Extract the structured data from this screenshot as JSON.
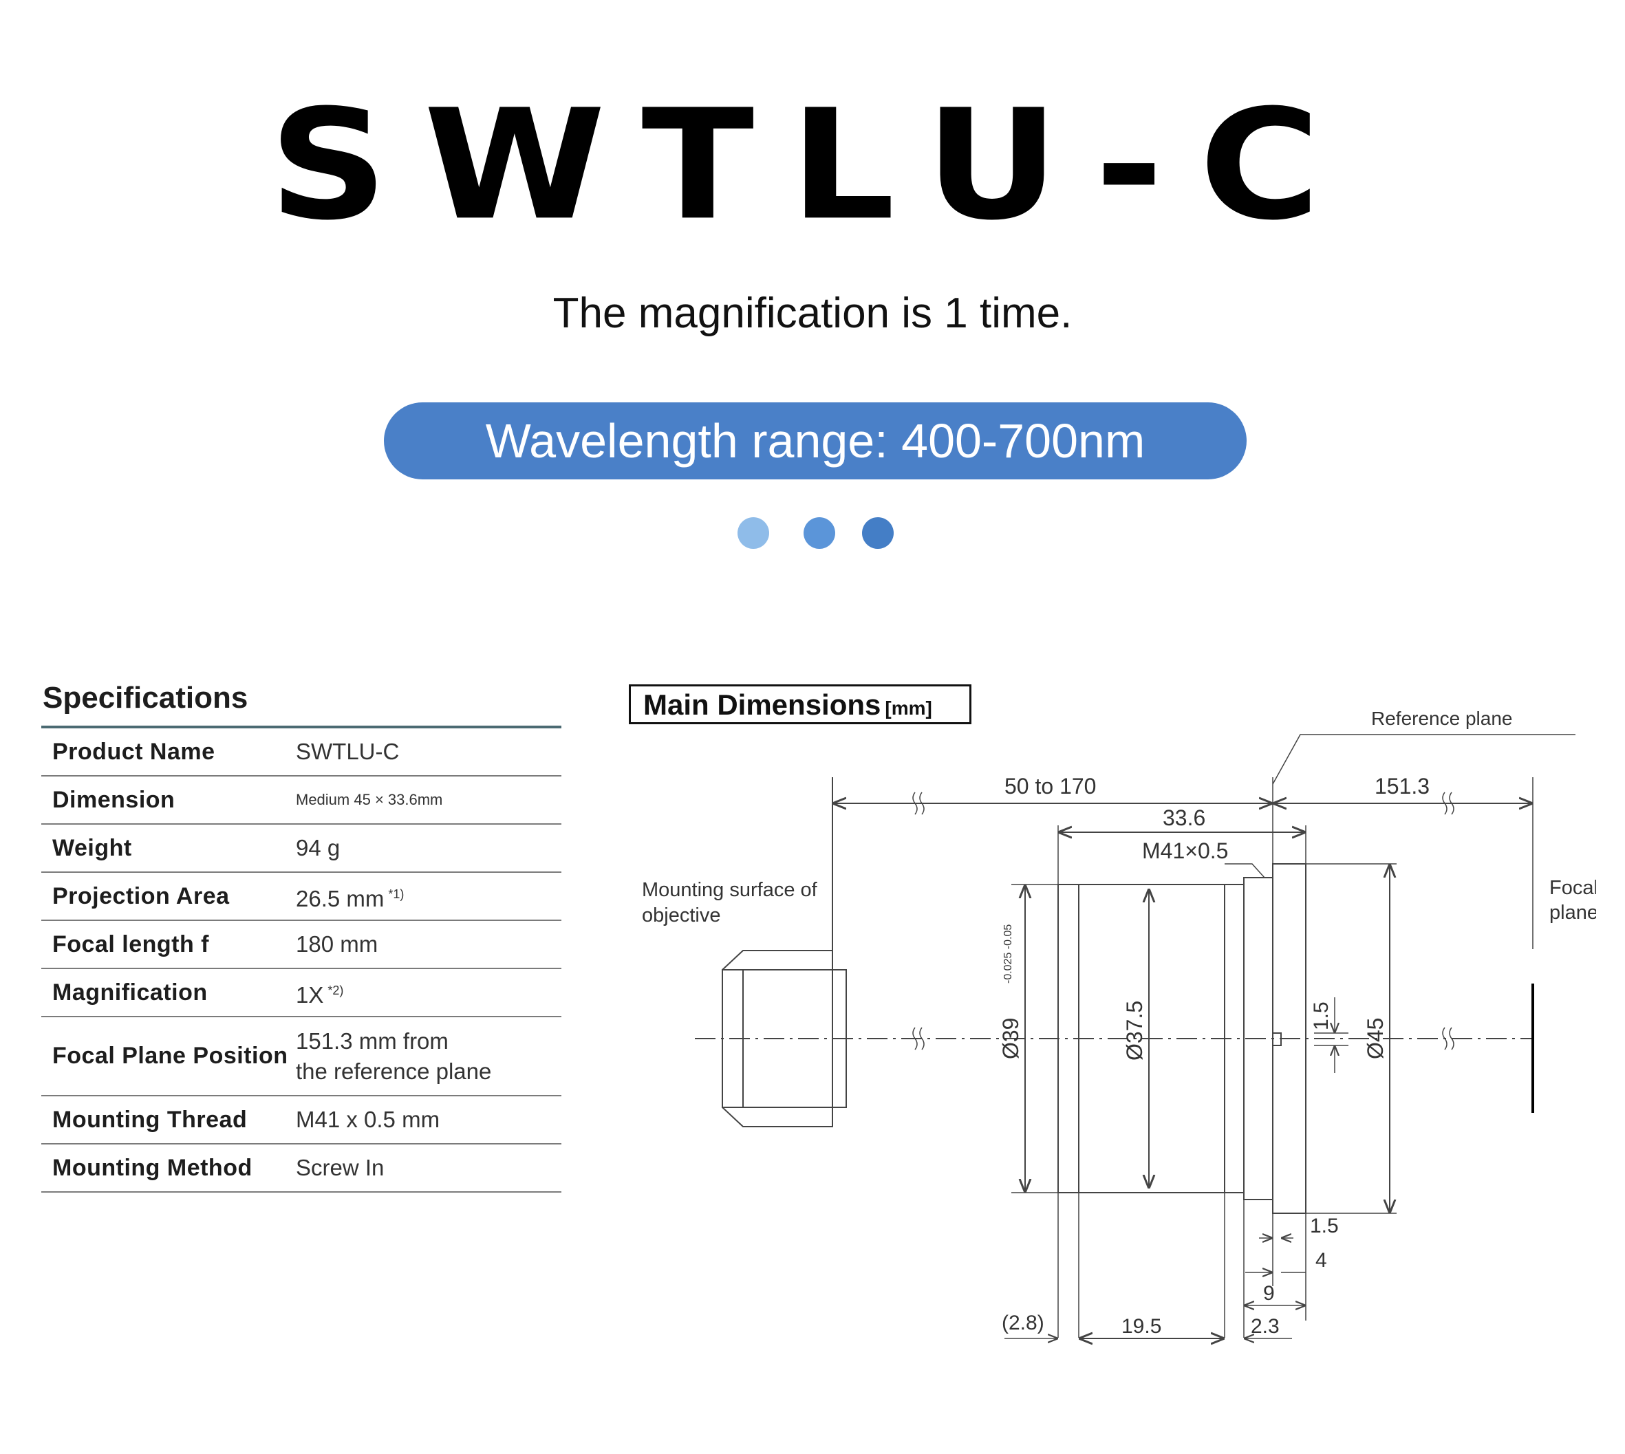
{
  "header": {
    "product_title": "SWTLU-C",
    "subtitle": "The magnification is 1 time.",
    "wavelength_label": "Wavelength range: 400-700nm",
    "dot_colors": [
      "#8fbce9",
      "#5b95d9",
      "#447ec6"
    ]
  },
  "specifications": {
    "heading": "Specifications",
    "rows": [
      {
        "label": "Product Name",
        "value": "SWTLU-C",
        "note": ""
      },
      {
        "label": "Dimension",
        "value": "Medium 45 × 33.6mm",
        "note": ""
      },
      {
        "label": "Weight",
        "value": "94 g",
        "note": ""
      },
      {
        "label": "Projection Area",
        "value": "26.5 mm",
        "note": "*1)"
      },
      {
        "label": "Focal length f",
        "value": "180 mm",
        "note": ""
      },
      {
        "label": "Magnification",
        "value": "1X",
        "note": "*2)"
      },
      {
        "label": "Focal Plane Position",
        "value": "151.3 mm from",
        "value2": "the reference plane",
        "note": ""
      },
      {
        "label": "Mounting Thread",
        "value": "M41 x 0.5 mm",
        "note": ""
      },
      {
        "label": "Mounting Method",
        "value": "Screw In",
        "note": ""
      }
    ]
  },
  "dimensions": {
    "title": "Main Dimensions",
    "unit": "[mm]",
    "labels": {
      "reference_plane": "Reference plane",
      "mounting_surface_1": "Mounting surface of",
      "mounting_surface_2": "objective",
      "focal_1": "Focal",
      "focal_2": "plane",
      "range": "50 to 170",
      "focal_distance": "151.3",
      "length": "33.6",
      "thread": "M41×0.5",
      "tolerance": "-0.025 -0.05",
      "dia_39": "Ø39",
      "dia_37_5": "Ø37.5",
      "dia_45": "Ø45",
      "dim_1_5_vertical": "1.5",
      "dim_1_5": "1.5",
      "dim_4": "4",
      "dim_9": "9",
      "dim_2_3": "2.3",
      "dim_2_8": "(2.8)",
      "dim_19_5": "19.5"
    }
  }
}
